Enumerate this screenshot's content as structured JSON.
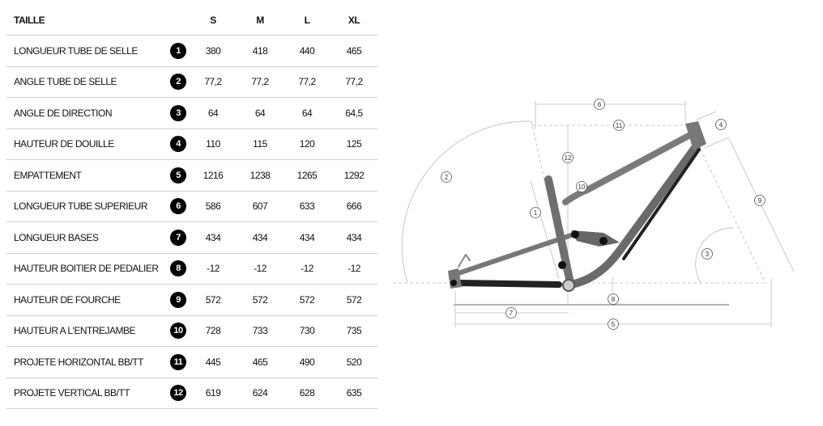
{
  "table": {
    "header": {
      "label": "TAILLE",
      "sizes": [
        "S",
        "M",
        "L",
        "XL"
      ]
    },
    "rows": [
      {
        "label": "LONGUEUR TUBE DE SELLE",
        "num": "1",
        "values": [
          "380",
          "418",
          "440",
          "465"
        ]
      },
      {
        "label": "ANGLE TUBE DE SELLE",
        "num": "2",
        "values": [
          "77,2",
          "77,2",
          "77,2",
          "77,2"
        ]
      },
      {
        "label": "ANGLE DE DIRECTION",
        "num": "3",
        "values": [
          "64",
          "64",
          "64",
          "64,5"
        ]
      },
      {
        "label": "HAUTEUR DE DOUILLE",
        "num": "4",
        "values": [
          "110",
          "115",
          "120",
          "125"
        ]
      },
      {
        "label": "EMPATTEMENT",
        "num": "5",
        "values": [
          "1216",
          "1238",
          "1265",
          "1292"
        ]
      },
      {
        "label": "LONGUEUR TUBE SUPERIEUR",
        "num": "6",
        "values": [
          "586",
          "607",
          "633",
          "666"
        ]
      },
      {
        "label": "LONGUEUR BASES",
        "num": "7",
        "values": [
          "434",
          "434",
          "434",
          "434"
        ]
      },
      {
        "label": "HAUTEUR BOITIER DE PEDALIER",
        "num": "8",
        "values": [
          "-12",
          "-12",
          "-12",
          "-12"
        ]
      },
      {
        "label": "HAUTEUR DE FOURCHE",
        "num": "9",
        "values": [
          "572",
          "572",
          "572",
          "572"
        ]
      },
      {
        "label": "HAUTEUR A L'ENTREJAMBE",
        "num": "10",
        "values": [
          "728",
          "733",
          "730",
          "735"
        ]
      },
      {
        "label": "PROJETE HORIZONTAL BB/TT",
        "num": "11",
        "values": [
          "445",
          "465",
          "490",
          "520"
        ]
      },
      {
        "label": "PROJETE VERTICAL BB/TT",
        "num": "12",
        "values": [
          "619",
          "624",
          "628",
          "635"
        ]
      }
    ]
  },
  "diagram": {
    "markers": [
      "1",
      "2",
      "3",
      "4",
      "5",
      "6",
      "7",
      "8",
      "9",
      "10",
      "11",
      "12"
    ]
  }
}
